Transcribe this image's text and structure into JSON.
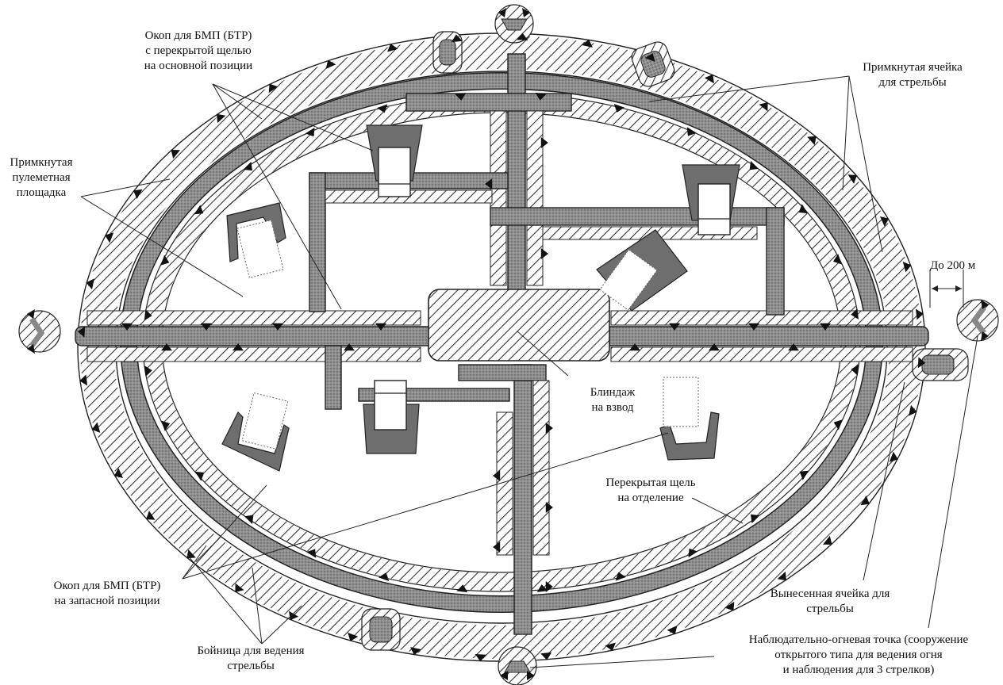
{
  "labels": {
    "bmp_main": [
      "Окоп для БМП (БТР)",
      "с перекрытой щелью",
      "на основной позиции"
    ],
    "attached_cell": [
      "Примкнутая ячейка",
      "для стрельбы"
    ],
    "mg_platform": [
      "Примкнутая",
      "пулеметная",
      "площадка"
    ],
    "distance": "До 200 м",
    "dugout": [
      "Блиндаж",
      "на взвод"
    ],
    "covered_slit": [
      "Перекрытая щель",
      "на отделение"
    ],
    "bmp_reserve": [
      "Окоп для БМП (БТР)",
      "на запасной позиции"
    ],
    "remote_cell": [
      "Вынесенная ячейка для",
      "стрельбы"
    ],
    "loophole": [
      "Бойница для ведения",
      "стрельбы"
    ],
    "observation_point": [
      "Наблюдательно-огневая точка (сооружение",
      "открытого типа для ведения огня",
      "и наблюдения для 3 стрелков)"
    ]
  },
  "colors": {
    "trench_fill": "#8f8f8f",
    "parapet_hatch": "#333333",
    "embrasure": "#111111",
    "bmp_pit": "#6e6e6e"
  }
}
